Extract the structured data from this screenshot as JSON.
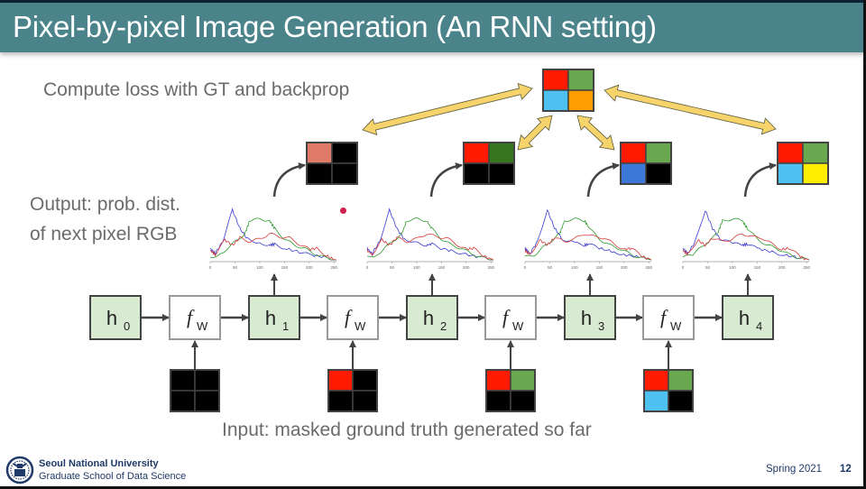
{
  "slide": {
    "title": "Pixel-by-pixel Image Generation (An RNN setting)",
    "captions": {
      "loss": "Compute loss with GT and backprop",
      "output_line1": "Output: prob. dist.",
      "output_line2": "of next pixel RGB",
      "input": "Input: masked ground truth generated so far"
    },
    "footer": {
      "university": "Seoul National University",
      "school": "Graduate School of Data Science",
      "term": "Spring 2021",
      "page": "12"
    },
    "colors": {
      "title_bar": "#4b838b",
      "hidden_fill": "#d9ead3",
      "hidden_border": "#434343",
      "func_border": "#999999",
      "arrow_yellow": "#f6d36b",
      "red": "#ff1a00",
      "green": "#6aa84f",
      "dark_green": "#38761d",
      "light_blue": "#4fc1f0",
      "blue": "#3c78d8",
      "orange": "#ff9d00",
      "yellow": "#ffee00",
      "salmon": "#e07b6a",
      "black": "#000000"
    }
  },
  "diagram": {
    "hidden_states": [
      {
        "label": "h",
        "sub": "0"
      },
      {
        "label": "h",
        "sub": "1"
      },
      {
        "label": "h",
        "sub": "2"
      },
      {
        "label": "h",
        "sub": "3"
      },
      {
        "label": "h",
        "sub": "4"
      }
    ],
    "functions": [
      {
        "label": "f",
        "sub": "W"
      },
      {
        "label": "f",
        "sub": "W"
      },
      {
        "label": "f",
        "sub": "W"
      },
      {
        "label": "f",
        "sub": "W"
      }
    ],
    "ground_truth_grid": [
      "red",
      "green",
      "light_blue",
      "orange"
    ],
    "input_grids": [
      [
        "black",
        "black",
        "black",
        "black"
      ],
      [
        "red",
        "black",
        "black",
        "black"
      ],
      [
        "red",
        "green",
        "black",
        "black"
      ],
      [
        "red",
        "green",
        "light_blue",
        "black"
      ]
    ],
    "output_grids": [
      [
        "salmon",
        "black",
        "black",
        "black"
      ],
      [
        "red",
        "dark_green",
        "black",
        "black"
      ],
      [
        "red",
        "green",
        "blue",
        "black"
      ],
      [
        "red",
        "green",
        "light_blue",
        "yellow"
      ]
    ],
    "histogram": {
      "x_ticks": [
        "0",
        "50",
        "100",
        "150",
        "200",
        "250"
      ],
      "x_range": [
        0,
        255
      ],
      "series": [
        {
          "name": "blue",
          "color": "#3a3ad0",
          "points": [
            [
              0,
              0.22
            ],
            [
              10,
              0.12
            ],
            [
              25,
              0.35
            ],
            [
              45,
              0.95
            ],
            [
              60,
              0.6
            ],
            [
              75,
              0.4
            ],
            [
              100,
              0.32
            ],
            [
              120,
              0.28
            ],
            [
              130,
              0.3
            ],
            [
              150,
              0.22
            ],
            [
              180,
              0.15
            ],
            [
              200,
              0.1
            ],
            [
              230,
              0.05
            ],
            [
              250,
              0.0
            ]
          ]
        },
        {
          "name": "green",
          "color": "#2e9a2e",
          "points": [
            [
              0,
              0.05
            ],
            [
              20,
              0.1
            ],
            [
              45,
              0.3
            ],
            [
              70,
              0.5
            ],
            [
              80,
              0.75
            ],
            [
              100,
              0.78
            ],
            [
              120,
              0.75
            ],
            [
              130,
              0.6
            ],
            [
              150,
              0.4
            ],
            [
              170,
              0.28
            ],
            [
              190,
              0.22
            ],
            [
              210,
              0.12
            ],
            [
              230,
              0.05
            ],
            [
              250,
              0.0
            ]
          ]
        },
        {
          "name": "red",
          "color": "#d43a3a",
          "points": [
            [
              0,
              0.18
            ],
            [
              10,
              0.1
            ],
            [
              30,
              0.38
            ],
            [
              45,
              0.28
            ],
            [
              60,
              0.42
            ],
            [
              80,
              0.35
            ],
            [
              100,
              0.4
            ],
            [
              120,
              0.5
            ],
            [
              140,
              0.44
            ],
            [
              160,
              0.42
            ],
            [
              180,
              0.3
            ],
            [
              200,
              0.2
            ],
            [
              215,
              0.22
            ],
            [
              235,
              0.08
            ],
            [
              250,
              0.0
            ]
          ]
        }
      ]
    }
  }
}
